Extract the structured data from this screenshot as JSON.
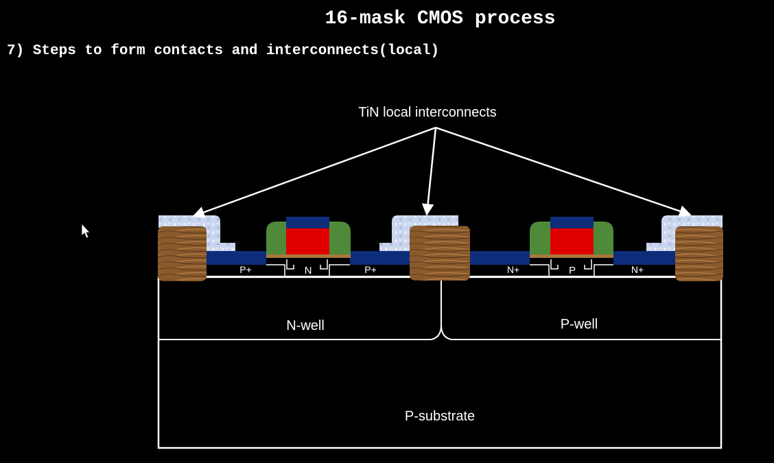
{
  "title": "16-mask CMOS process",
  "subtitle": "7) Steps to form contacts and interconnects(local)",
  "annotation": "TiN local interconnects",
  "labels": {
    "nwell": "N-well",
    "pwell": "P-well",
    "substrate": "P-substrate",
    "pplus_left": "P+",
    "n_channel": "N",
    "pplus_right": "P+",
    "nplus_left": "N+",
    "p_channel": "P",
    "nplus_right": "N+"
  },
  "colors": {
    "background": "#000000",
    "gate_poly": "#e00000",
    "spacer": "#4e8a3a",
    "gate_cap": "#0d2d7a",
    "tin": "#c9d6ee",
    "oxide_trench": "#8a5a2c",
    "diffusion_contact": "#0d2d7a"
  },
  "icons": {
    "cursor": "mouse-pointer-icon"
  }
}
